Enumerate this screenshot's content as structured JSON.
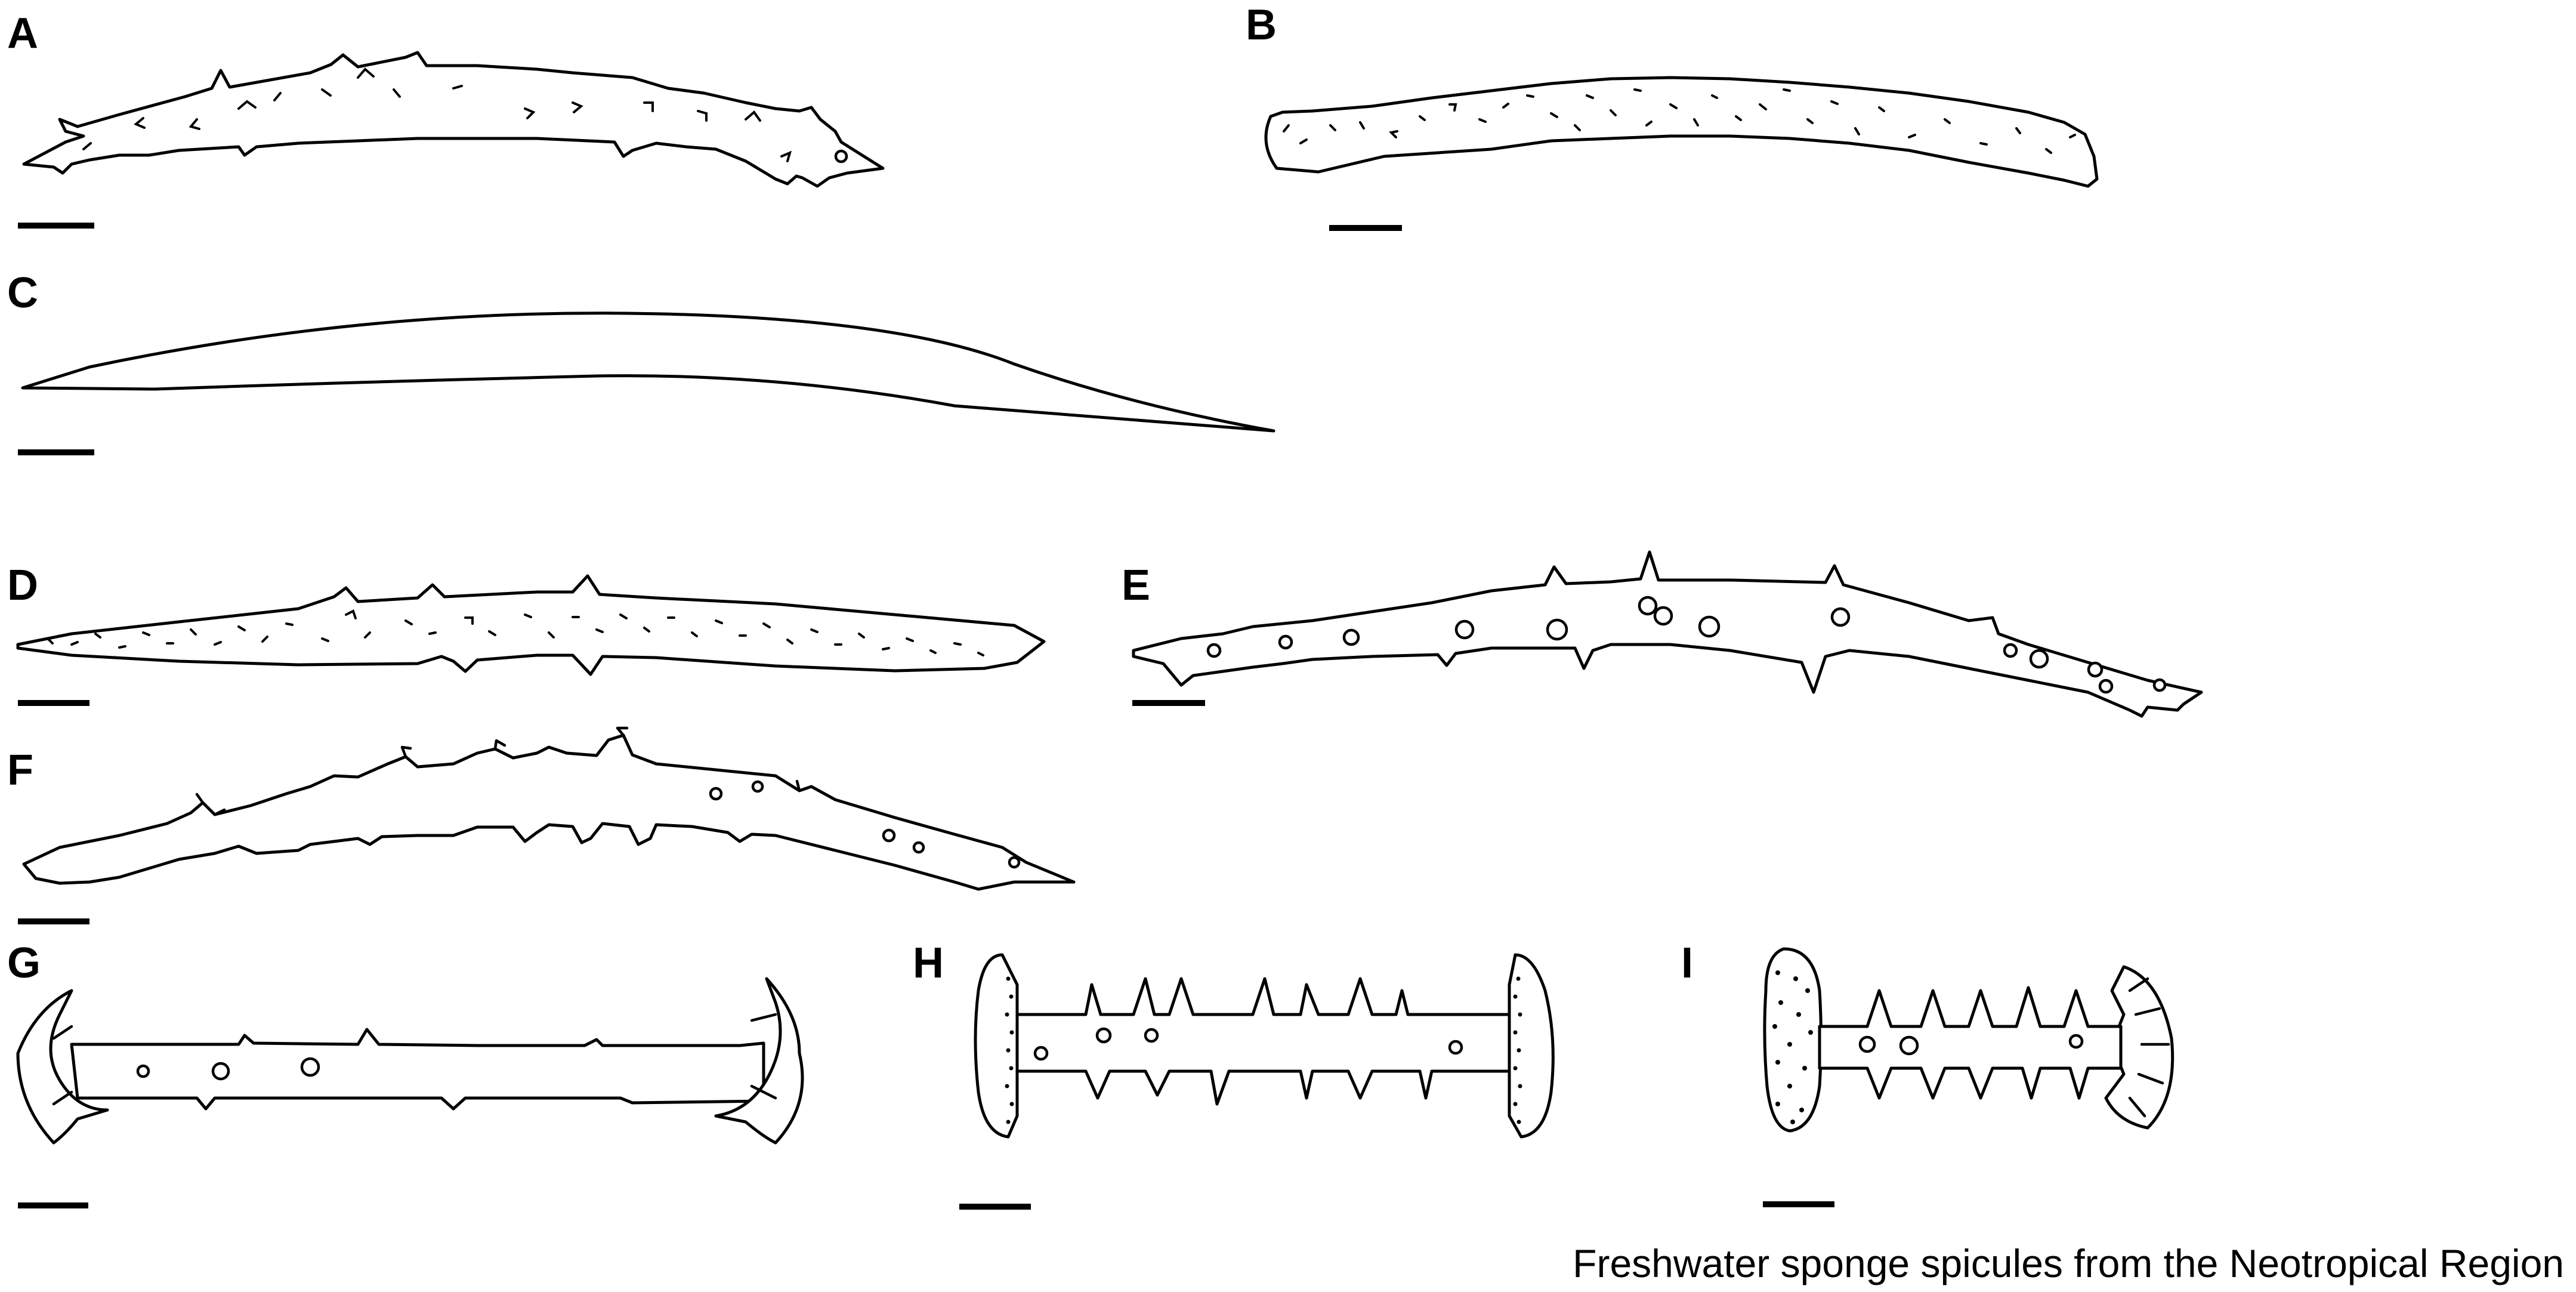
{
  "caption": "Freshwater sponge spicules from the Neotropical Region",
  "panels": [
    {
      "id": "A",
      "label": "A"
    },
    {
      "id": "B",
      "label": "B"
    },
    {
      "id": "C",
      "label": "C"
    },
    {
      "id": "D",
      "label": "D"
    },
    {
      "id": "E",
      "label": "E"
    },
    {
      "id": "F",
      "label": "F"
    },
    {
      "id": "G",
      "label": "G"
    },
    {
      "id": "H",
      "label": "H"
    },
    {
      "id": "I",
      "label": "I"
    }
  ]
}
